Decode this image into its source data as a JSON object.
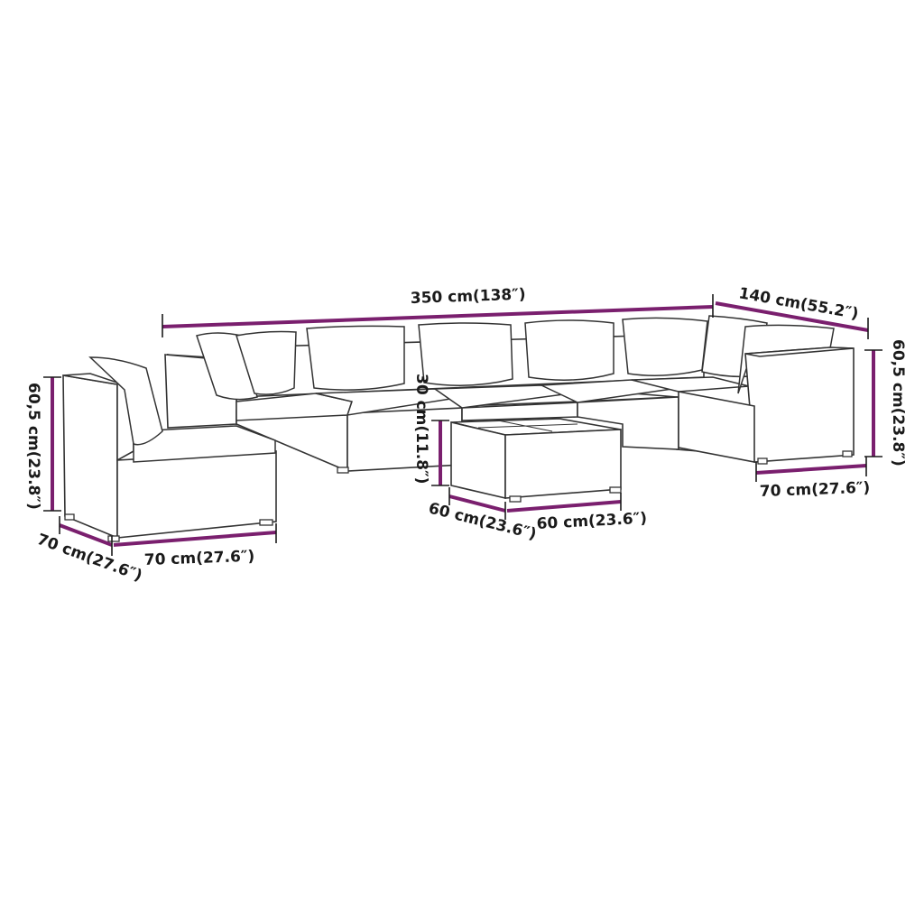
{
  "colors": {
    "dimension_line": "#7a1f6e",
    "text": "#1a1a1a",
    "outline": "#333333"
  },
  "dimensions": {
    "total_length": "350 cm(138″)",
    "total_depth": "140 cm(55.2″)",
    "right_height": "60,5 cm(23.8″)",
    "right_width": "70 cm(27.6″)",
    "left_height": "60,5 cm(23.8″)",
    "left_depth": "70 cm(27.6″)",
    "left_width": "70 cm(27.6″)",
    "table_height": "30 cm(11.8″)",
    "table_depth": "60 cm(23.6″)",
    "table_width": "60 cm(23.6″)"
  }
}
